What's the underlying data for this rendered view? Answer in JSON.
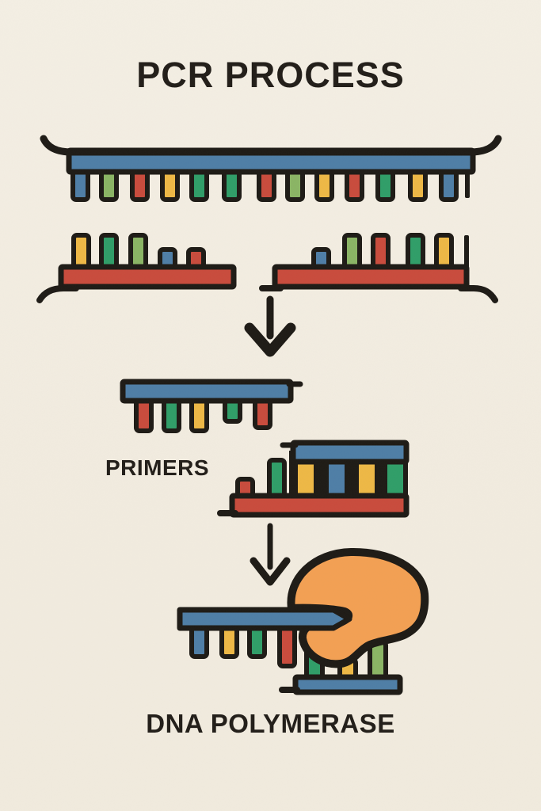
{
  "title": "PCR PROCESS",
  "labels": {
    "primers": "PRIMERS",
    "dna_polymerase": "DNA POLYMERASE"
  },
  "palette": {
    "background": "#f2ece0",
    "outline": "#1d1a15",
    "text": "#211d18",
    "blue": "#4e7ea6",
    "red": "#c94b3c",
    "yellow": "#eeb845",
    "green": "#8ab564",
    "teal": "#2f9e68",
    "orange": "#f3a053"
  },
  "diagram": {
    "template_strand": {
      "backbone": "blue",
      "teeth_side": "down",
      "sequence": [
        "blue",
        "green",
        "red",
        "yellow",
        "teal",
        "teal",
        "red",
        "green",
        "yellow",
        "red",
        "teal",
        "yellow",
        "blue",
        "thin"
      ]
    },
    "denatured_fragment_left": {
      "backbone": "red",
      "teeth_side": "up",
      "sequence": [
        "yellow/tall",
        "teal/tall",
        "green/tall",
        "blue/short",
        "red/short"
      ]
    },
    "denatured_fragment_right": {
      "backbone": "red",
      "teeth_side": "up",
      "sequence": [
        "blue/short",
        "green/tall",
        "red/tall",
        "teal/tall",
        "yellow/tall",
        "thin/tall"
      ]
    },
    "primer_strand": {
      "backbone": "blue",
      "teeth_side": "down",
      "sequence": [
        "red/tall",
        "teal/tall",
        "yellow/tall",
        "teal/short",
        "red/med"
      ]
    },
    "annealed_duplex": {
      "top_backbone": "blue",
      "bottom_backbone": "red",
      "paired_bases": [
        "yellow",
        "blue",
        "yellow",
        "teal"
      ],
      "unpaired_bases": [
        "red/short",
        "teal/tall"
      ]
    },
    "polymerase_complex": {
      "enzyme": "orange",
      "template_backbone": "blue",
      "template_teeth": [
        "blue/tall",
        "yellow/tall",
        "teal/tall",
        "red/long"
      ],
      "product_backbone": "blue",
      "product_teeth": [
        "teal/tall",
        "yellow/short",
        "green/tall"
      ]
    }
  }
}
